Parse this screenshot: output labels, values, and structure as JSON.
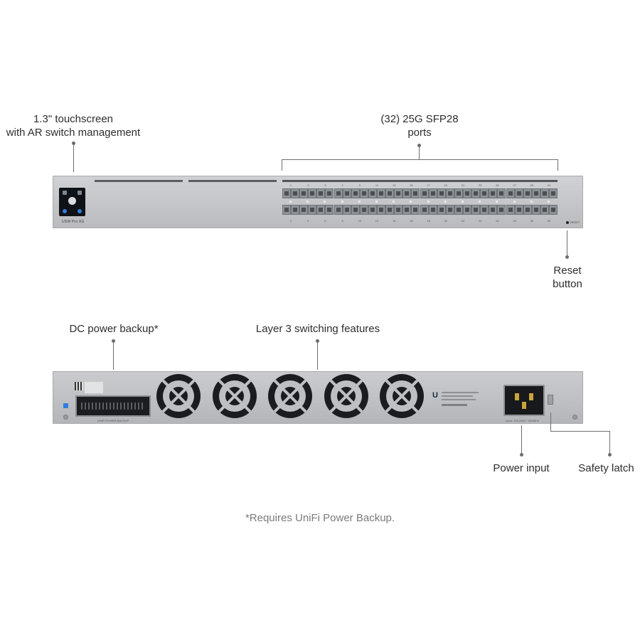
{
  "callouts": {
    "touchscreen": {
      "line1": "1.3\" touchscreen",
      "line2": "with AR switch management"
    },
    "sfp_ports": {
      "line1": "(32) 25G SFP28",
      "line2": "ports"
    },
    "reset": {
      "line1": "Reset",
      "line2": "button"
    },
    "dc_power": "DC power backup*",
    "layer3": "Layer 3 switching features",
    "power_input": "Power input",
    "safety_latch": "Safety latch"
  },
  "front_panel": {
    "model": "USW Pro XG",
    "port_count": 32,
    "port_numbers_top": [
      "1",
      "3",
      "5",
      "7",
      "9",
      "11",
      "13",
      "15",
      "17",
      "19",
      "21",
      "23",
      "25",
      "27",
      "29",
      "31"
    ],
    "port_numbers_bottom": [
      "2",
      "4",
      "6",
      "8",
      "10",
      "12",
      "14",
      "16",
      "18",
      "20",
      "22",
      "24",
      "26",
      "28",
      "30",
      "32"
    ],
    "reset_text": "RESET",
    "screen_accent": "#2f7de0"
  },
  "rear_panel": {
    "fan_count": 5,
    "logo": "U",
    "dc_connector_text": "UNIFI POWER BACKUP",
    "power_input_text": "Input: 100-240V~ 50/60Hz",
    "accent": "#2f7de0"
  },
  "footnote": "*Requires UniFi Power Backup."
}
